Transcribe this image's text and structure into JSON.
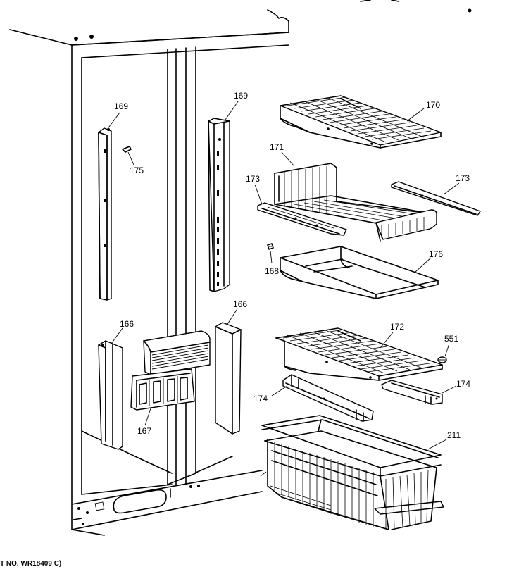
{
  "callouts": {
    "c169a": "169",
    "c169b": "169",
    "c170": "170",
    "c171": "171",
    "c173a": "173",
    "c173b": "173",
    "c175": "175",
    "c168": "168",
    "c176": "176",
    "c166a": "166",
    "c166b": "166",
    "c172": "172",
    "c551": "551",
    "c174a": "174",
    "c174b": "174",
    "c167": "167",
    "c211": "211"
  },
  "footer": {
    "text": "T NO. WR18409 C)"
  }
}
